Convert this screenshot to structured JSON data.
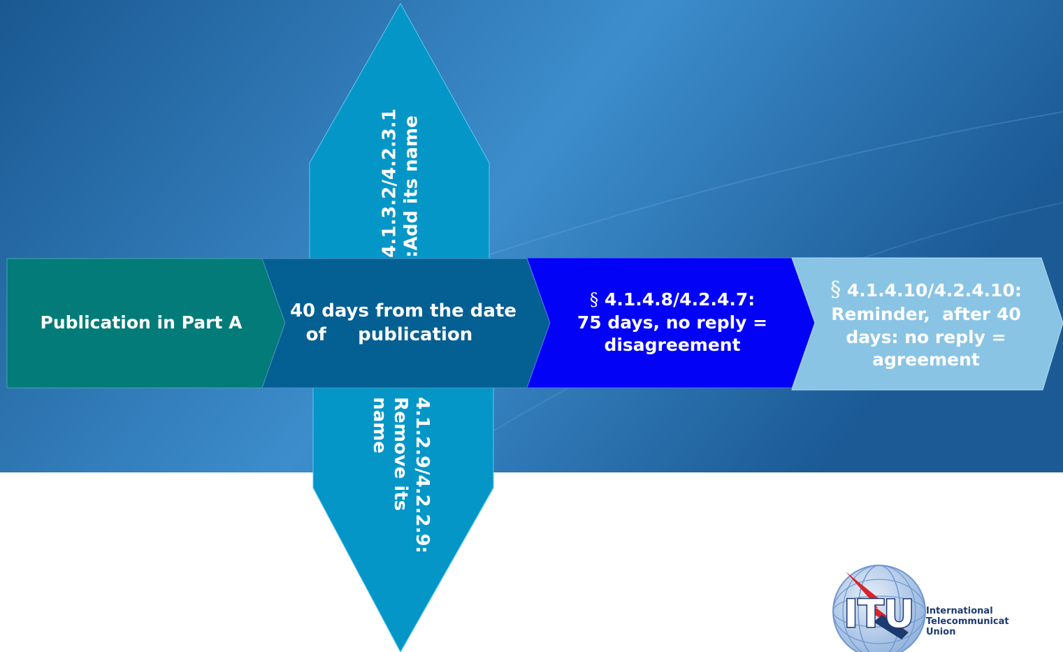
{
  "diagram": {
    "step1": {
      "label": "Publication in Part A"
    },
    "step2": {
      "line1": "40 days from the date",
      "line2": "of     publication"
    },
    "step3": {
      "section_mark": "§",
      "line1": "4.1.4.8/4.2.4.7:",
      "line2": "75 days, no reply =",
      "line3": "disagreement"
    },
    "step4": {
      "section_mark": "§",
      "line1": "4.1.4.10/4.2.4.10:",
      "line2": "Reminder,  after 40",
      "line3": "days: no reply =",
      "line4": "agreement"
    },
    "up_arrow": {
      "line1": "4.1.3.2/4.2.3.1",
      "line2": ":Add its name"
    },
    "down_arrow": {
      "line1": "4.1.2.9/4.2.2.9:",
      "line2": "Remove its",
      "line3": "name"
    }
  },
  "logo": {
    "acronym": "ITU",
    "line1": "International",
    "line2": "Telecommunicat",
    "line3": "Union"
  },
  "colors": {
    "banner_dark": "#1a5891",
    "banner_light": "#3d8dcc",
    "step1": "#037b78",
    "step2": "#045f93",
    "step3": "#0202f6",
    "step4": "#8ac4e4",
    "vertical_arrows": "#0596c8",
    "logo_globe": "#5b8fcf"
  }
}
